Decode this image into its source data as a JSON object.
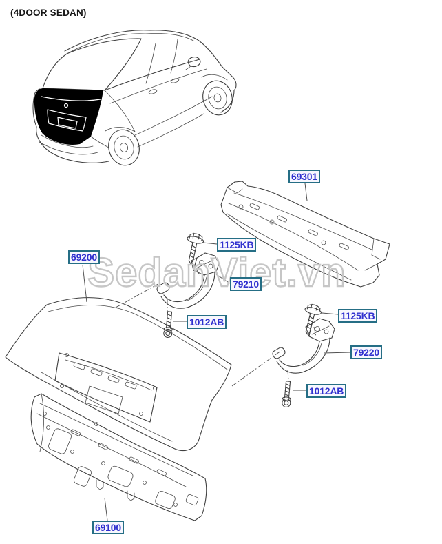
{
  "header": {
    "title": "(4DOOR SEDAN)"
  },
  "watermark": {
    "text": "SedanViet.vn"
  },
  "diagram": {
    "type": "exploded-parts-diagram",
    "labels": {
      "package_tray": "69301",
      "trunk_lid": "69200",
      "rear_panel": "69100",
      "hinge_left": "79210",
      "hinge_right": "79220",
      "hinge_bolt": "1125KB",
      "stop_bolt": "1012AB"
    },
    "colors": {
      "label_text": "#3030cf",
      "label_border": "#256e85",
      "label_background": "#f7f7fe",
      "line_art": "#3f3f3f",
      "trunk_highlight": "#000000",
      "watermark": "#c6c6c6",
      "background": "#ffffff"
    }
  }
}
